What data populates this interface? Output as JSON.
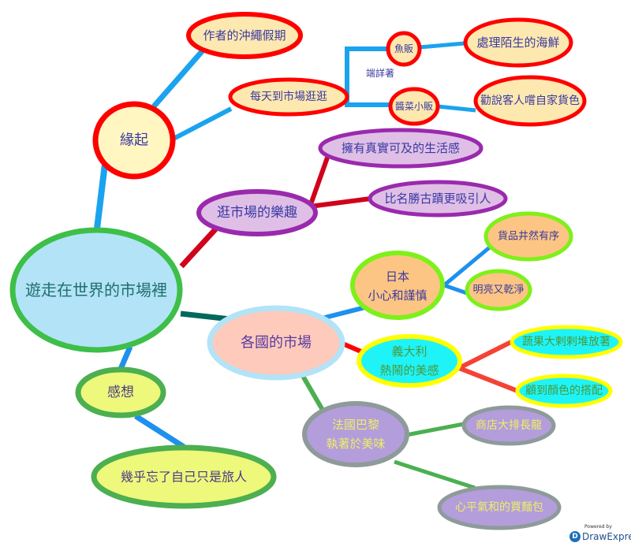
{
  "colors": {
    "blue_line": "#1aa3ee",
    "red_line": "#d0021b",
    "teal_line": "#00695c",
    "green_line": "#4caf50",
    "orange_red_line": "#f44336"
  },
  "central": {
    "label": "遊走在世界的市場裡"
  },
  "origin": {
    "label": "緣起",
    "trip": "作者的沖繩假期",
    "daily": "每天到市場逛逛",
    "relation": "端詳著",
    "fish": {
      "label": "魚販",
      "detail": "處理陌生的海鮮"
    },
    "pickle": {
      "label": "醬菜小販",
      "detail": "勸說客人嚐自家貨色"
    }
  },
  "fun": {
    "label": "逛市場的樂趣",
    "items": [
      "擁有真實可及的生活感",
      "比名勝古蹟更吸引人"
    ]
  },
  "countries": {
    "label": "各國的市場",
    "japan": {
      "line1": "日本",
      "line2": "小心和謹慎",
      "items": [
        "貨品井然有序",
        "明亮又乾淨"
      ]
    },
    "italy": {
      "line1": "義大利",
      "line2": "熱鬧的美感",
      "items": [
        "蔬果大剌剌堆放著",
        "顧到顏色的搭配"
      ]
    },
    "paris": {
      "line1": "法國巴黎",
      "line2": "執著於美味",
      "items": [
        "商店大排長龍",
        "心平氣和的買麵包"
      ]
    }
  },
  "thoughts": {
    "label": "感想",
    "detail": "幾乎忘了自己只是旅人"
  },
  "watermark": {
    "powered": "Powered by",
    "brand": "DrawExpress"
  }
}
